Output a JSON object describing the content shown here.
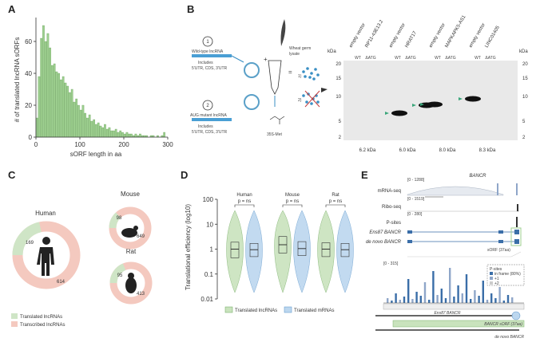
{
  "panels": {
    "A": "A",
    "B": "B",
    "C": "C",
    "D": "D",
    "E": "E"
  },
  "A": {
    "ylabel": "# of translated lncRNA sORFs",
    "xlabel": "sORF length in aa",
    "yticks": [
      "0",
      "20",
      "40",
      "60"
    ],
    "xticks": [
      "0",
      "100",
      "200",
      "300"
    ]
  },
  "chart_data": [
    {
      "type": "bar",
      "title": "",
      "xlabel": "sORF length in aa",
      "ylabel": "# of translated lncRNA sORFs",
      "xlim": [
        0,
        300
      ],
      "ylim": [
        0,
        75
      ],
      "bin_width": 5,
      "x": [
        5,
        10,
        15,
        20,
        25,
        30,
        35,
        40,
        45,
        50,
        55,
        60,
        65,
        70,
        75,
        80,
        85,
        90,
        95,
        100,
        105,
        110,
        115,
        120,
        125,
        130,
        135,
        140,
        145,
        150,
        155,
        160,
        165,
        170,
        175,
        180,
        185,
        190,
        195,
        200,
        205,
        210,
        215,
        220,
        225,
        230,
        235,
        240,
        245,
        250,
        255,
        260,
        265,
        270,
        275,
        280,
        285,
        290,
        295
      ],
      "values": [
        12,
        38,
        62,
        70,
        60,
        65,
        56,
        45,
        46,
        41,
        40,
        36,
        38,
        34,
        32,
        28,
        30,
        22,
        24,
        20,
        17,
        20,
        15,
        12,
        14,
        10,
        11,
        8,
        9,
        7,
        6,
        8,
        5,
        6,
        4,
        4,
        5,
        3,
        4,
        3,
        2,
        3,
        2,
        2,
        1,
        2,
        1,
        2,
        1,
        1,
        1,
        0,
        1,
        1,
        0,
        1,
        0,
        1,
        3
      ]
    },
    {
      "type": "box",
      "title": "",
      "ylabel": "Translational efficiency (log10)",
      "ylim": [
        0.01,
        100
      ],
      "yscale": "log",
      "groups": [
        "Human",
        "Mouse",
        "Rat"
      ],
      "series": [
        {
          "name": "Translated lncRNAs",
          "color": "#9dcf8f",
          "values": [
            {
              "median": 1.0,
              "q1": 0.45,
              "q3": 1.9
            },
            {
              "median": 1.5,
              "q1": 0.7,
              "q3": 3.2
            },
            {
              "median": 1.0,
              "q1": 0.5,
              "q3": 1.8
            }
          ]
        },
        {
          "name": "Translated mRNAs",
          "color": "#8bb8e0",
          "values": [
            {
              "median": 0.95,
              "q1": 0.5,
              "q3": 1.7
            },
            {
              "median": 1.05,
              "q1": 0.55,
              "q3": 2.0
            },
            {
              "median": 0.95,
              "q1": 0.5,
              "q3": 1.7
            }
          ]
        }
      ]
    }
  ],
  "B": {
    "step1": "1",
    "step2": "2",
    "wt_label": "Wild-type lncRNA",
    "atg_label": "ATG",
    "includes": "Includes",
    "utr": "5'UTR, CDS, 3'UTR",
    "mut_label": "AUG mutant lncRNA",
    "wheat": "Wheat germ",
    "lysate": "lysate",
    "met": "35S-Met",
    "plus": "+",
    "eq": "=",
    "one": "1)",
    "two": "2)",
    "blot": {
      "kda": "kDa",
      "kda_right": "kDa",
      "mw": [
        "20",
        "15",
        "10",
        "5",
        "2"
      ],
      "mw_right": [
        "20",
        "15",
        "10",
        "5",
        "2"
      ],
      "lanes": [
        "empty vector",
        "RP11-43E13.2",
        "empty vector",
        "HRAT17",
        "empty vector",
        "MAPKAPK5-AS1",
        "empty vector",
        "LINC01405"
      ],
      "wt": [
        "WT",
        "WT",
        "WT",
        "WT"
      ],
      "datg": [
        "ΔATG",
        "ΔATG",
        "ΔATG",
        "ΔATG"
      ],
      "sizes": [
        "6.2 kDa",
        "6.0 kDa",
        "8.0 kDa",
        "8.3 kDa"
      ]
    }
  },
  "C": {
    "human": "Human",
    "mouse": "Mouse",
    "rat": "Rat",
    "human_translated": 169,
    "human_transcribed": 614,
    "mouse_translated": 98,
    "mouse_transcribed": 649,
    "rat_translated": 95,
    "rat_transcribed": 413,
    "legend_translated": "Translated lncRNAs",
    "legend_transcribed": "Transcribed lncRNAs",
    "color_translated": "#cfe5c6",
    "color_transcribed": "#f4c9bf"
  },
  "D": {
    "ylabel": "Translational efficiency (log10)",
    "yticks": [
      "100",
      "10",
      "1",
      "0.1",
      "0.01"
    ],
    "groups": [
      "Human",
      "Mouse",
      "Rat"
    ],
    "pval": [
      "p = ns",
      "p = ns",
      "p = ns"
    ],
    "legend1": "Translated lncRNAs",
    "legend2": "Translated mRNAs"
  },
  "E": {
    "gene": "BANCR",
    "tracks": [
      "mRNA-seq",
      "Ribo-seq",
      "P-sites",
      "Ens87 BANCR",
      "de novo BANCR"
    ],
    "ranges": [
      "[0 - 1288]",
      "[0 - 1519]",
      "[0 - 280]",
      "[0 - 315]"
    ],
    "sorf": "sORF (37aa)",
    "psites_legend": "P-sites",
    "frame0": "in frame (80%)",
    "frame1": "+1",
    "frame2": "+2",
    "ens_bottom": "Ens87 BANCR",
    "sorf_bottom": "BANCR sORF (37aa)",
    "denovo_bottom": "de novo BANCR"
  }
}
